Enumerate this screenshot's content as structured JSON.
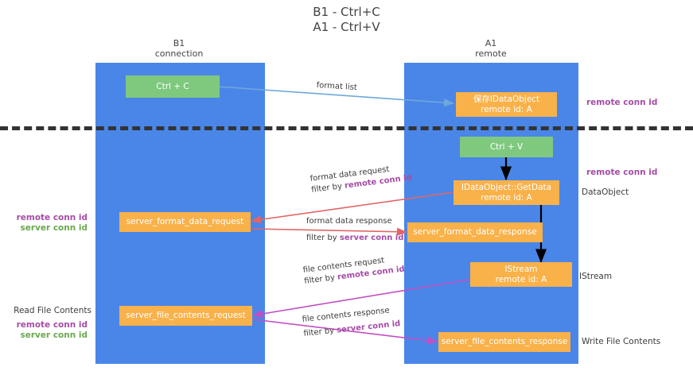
{
  "title": "B1 - Ctrl+C\nA1 - Ctrl+V",
  "lanes": [
    {
      "name": "b1",
      "title": "B1\nconnection"
    },
    {
      "name": "a1",
      "title": "A1\nremote"
    }
  ],
  "boxes": {
    "ctrl_c": "Ctrl + C",
    "save_idataobject": "保存IDataObject\nremote id: A",
    "ctrl_v": "Ctrl + V",
    "getdata": "IDataObject::GetData\nremote id: A",
    "server_format_data_request": "server_format_data_request",
    "server_format_data_response": "server_format_data_response",
    "istream": "IStream\nremote id: A",
    "server_file_contents_request": "server_file_contents_request",
    "server_file_contents_response": "server_file_contents_response"
  },
  "edges": {
    "format_list": "format list",
    "format_data_request": "format data request",
    "format_data_request_filter_prefix": "filter by ",
    "format_data_request_filter_key": "remote conn id",
    "format_data_response": "format data response",
    "format_data_response_filter_prefix": "filter by ",
    "format_data_response_filter_key": "server conn id",
    "file_contents_request": "file contents request",
    "file_contents_request_filter_prefix": "filter by ",
    "file_contents_request_filter_key": "remote conn id",
    "file_contents_response": "file contents response",
    "file_contents_response_filter_prefix": "filter by ",
    "file_contents_response_filter_key": "server conn id"
  },
  "annotations": {
    "right_remote_conn_id_top": "remote conn id",
    "right_remote_conn_id_mid": "remote conn id",
    "right_dataobject": "DataObject",
    "right_istream": "IStream",
    "right_write_file_contents": "Write File Contents",
    "left_remote_conn_id_mid": "remote conn id",
    "left_server_conn_id_mid": "server conn id",
    "left_read_file_contents": "Read File Contents",
    "left_remote_conn_id_bottom": "remote conn id",
    "left_server_conn_id_bottom": "server conn id"
  },
  "colors": {
    "lane": "#4a86e8",
    "green_box": "#7fc97f",
    "orange_box": "#f9b14a",
    "purple_text": "#a64ca6",
    "green_text": "#6aa84f",
    "arrow_blue": "#6fa8dc",
    "arrow_red": "#e06666",
    "arrow_magenta": "#c24ec2",
    "arrow_black": "#000000",
    "divider": "#333333",
    "background": "#ffffff"
  }
}
